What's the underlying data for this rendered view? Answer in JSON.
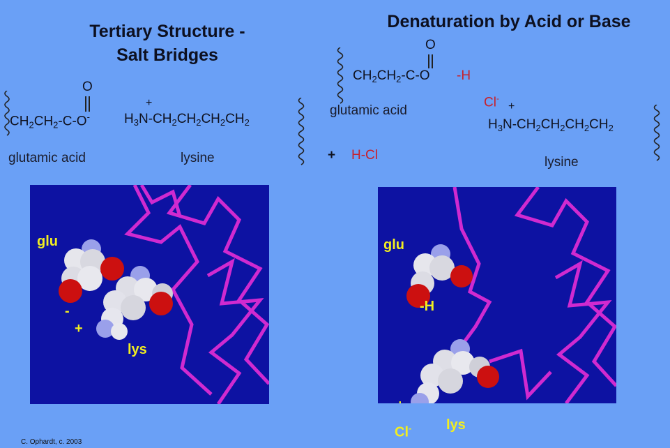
{
  "left": {
    "title_line1": "Tertiary Structure -",
    "title_line2": "Salt Bridges",
    "oxygen": "O",
    "glu_chain": "CH2CH2-C-O-",
    "plus": "+",
    "lys_chain": "H3N-CH2CH2CH2CH2",
    "glu_label": "glutamic acid",
    "lys_label": "lysine",
    "model": {
      "glu": "glu",
      "lys": "lys",
      "minus": "-",
      "plus": "+"
    }
  },
  "right": {
    "title": "Denaturation by Acid or Base",
    "oxygen": "O",
    "glu_chain": "CH2CH2-C-O",
    "h_suffix": "-H",
    "glu_label": "glutamic acid",
    "reagent_plus": "+",
    "reagent": "H-Cl",
    "chloride": "Cl",
    "chloride_sup": "-",
    "plus": "+",
    "lys_chain": "H3N-CH2CH2CH2CH2",
    "lys_label": "lysine",
    "model": {
      "glu": "glu",
      "h": "-H",
      "lys": "lys",
      "plus": "+",
      "cl": "Cl",
      "cl_charge": "-"
    }
  },
  "credit": "C. Ophardt, c. 2003",
  "colors": {
    "background": "#6aa0f6",
    "panel": "#0d12a2",
    "backbone": "#d02ad0",
    "label": "#f2ee20",
    "acid_red": "#c8202a"
  }
}
